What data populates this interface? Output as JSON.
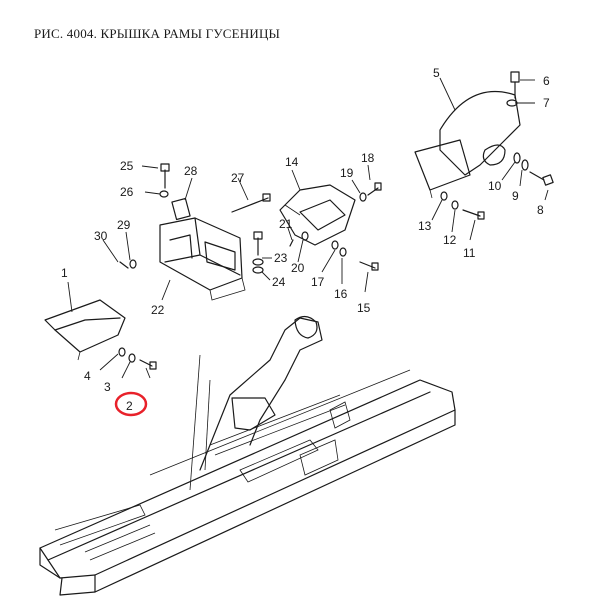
{
  "title": "РИС. 4004. КРЫШКА РАМЫ ГУСЕНИЦЫ",
  "callouts": [
    "1",
    "2",
    "3",
    "4",
    "5",
    "6",
    "7",
    "8",
    "9",
    "10",
    "11",
    "12",
    "13",
    "14",
    "15",
    "16",
    "17",
    "18",
    "19",
    "20",
    "21",
    "22",
    "23",
    "24",
    "25",
    "26",
    "27",
    "28",
    "29",
    "30"
  ],
  "highlighted_callout": "2",
  "highlight_color": "#e8212a"
}
